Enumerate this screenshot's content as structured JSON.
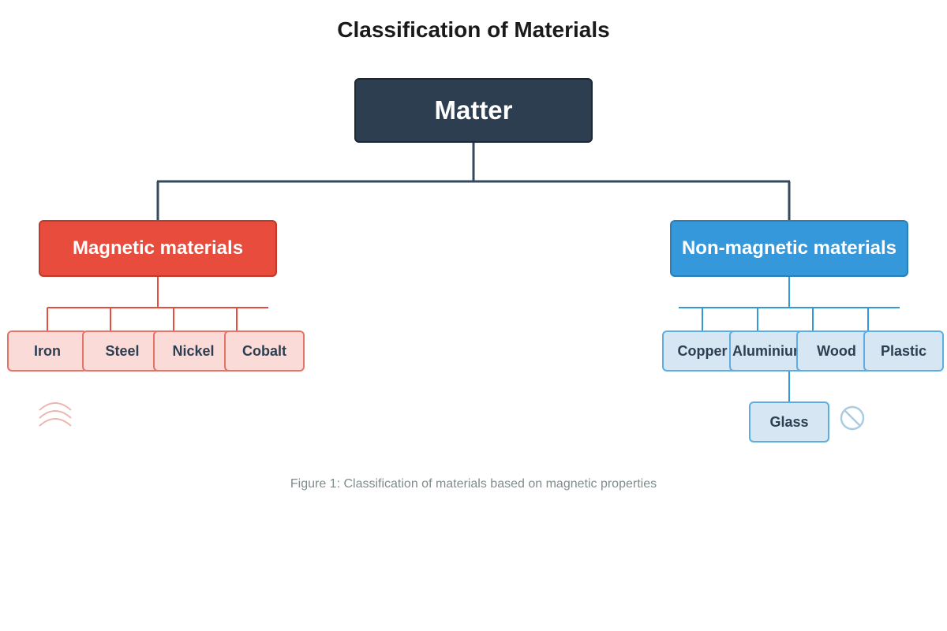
{
  "title": "Classification of Materials",
  "root": {
    "label": "Matter"
  },
  "categories": [
    {
      "label": "Magnetic materials",
      "items": [
        "Iron",
        "Steel",
        "Nickel",
        "Cobalt"
      ],
      "icon": "magnetic-field-icon"
    },
    {
      "label": "Non-magnetic materials",
      "items": [
        "Copper",
        "Aluminium",
        "Wood",
        "Plastic",
        "Glass"
      ],
      "icon": "prohibited-icon"
    }
  ],
  "caption": "Figure 1: Classification of materials based on magnetic properties",
  "colors": {
    "root": "#2c3e50",
    "magnetic": "#e74c3c",
    "magnetic_light": "#fadbd8",
    "non_magnetic": "#3498db",
    "non_magnetic_light": "#d6e6f2"
  }
}
